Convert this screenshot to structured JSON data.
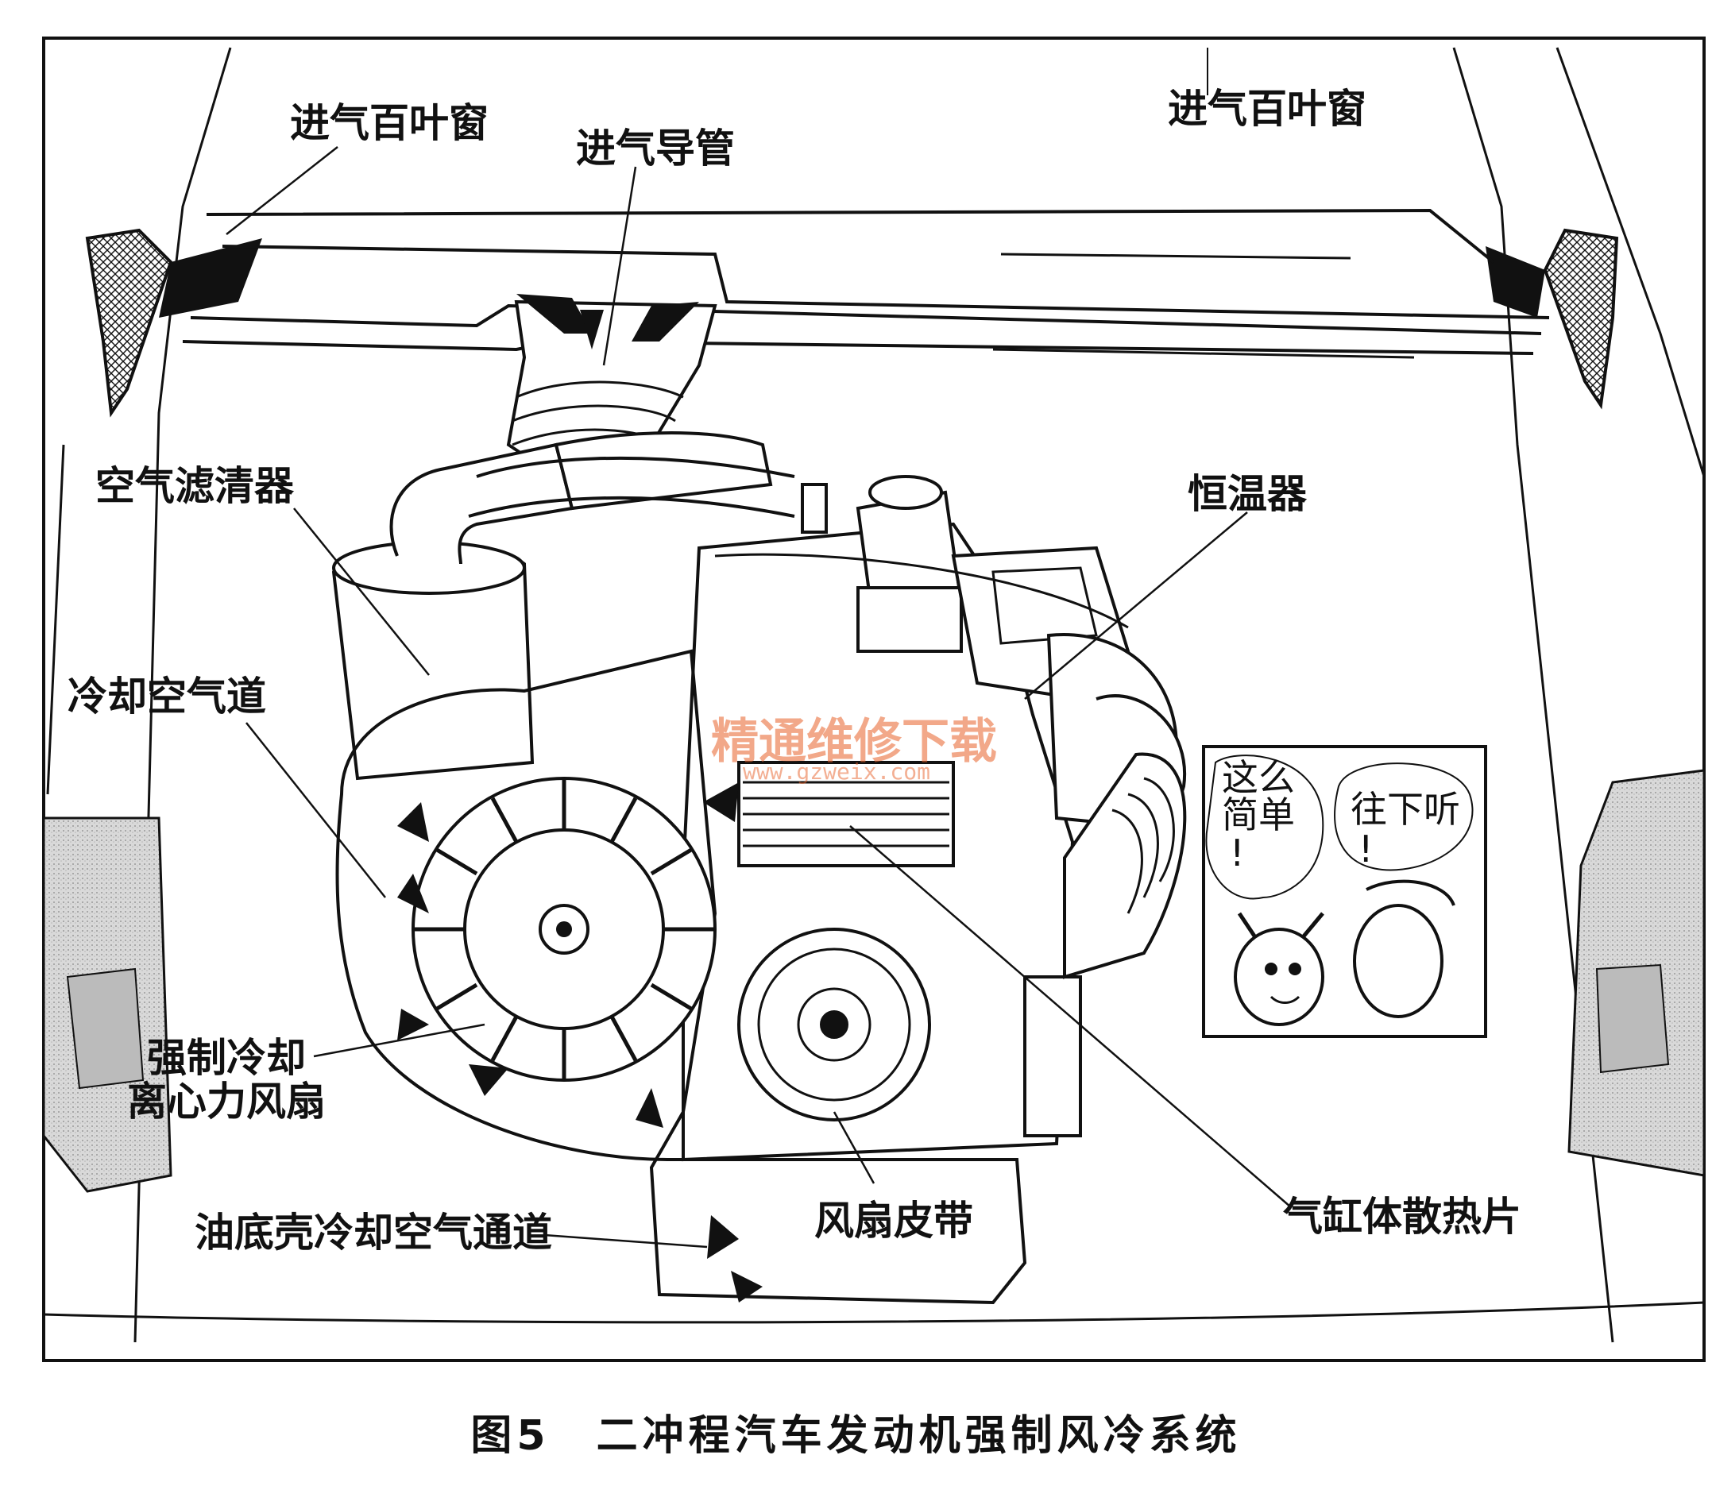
{
  "labels": {
    "intake_louver_left": "进气百叶窗",
    "intake_louver_right": "进气百叶窗",
    "intake_duct": "进气导管",
    "air_filter": "空气滤清器",
    "thermostat": "恒温器",
    "cooling_air_duct": "冷却空气道",
    "forced_fan_line1": "强制冷却",
    "forced_fan_line2": "离心力风扇",
    "oil_pan_channel": "油底壳冷却空气通道",
    "fan_belt": "风扇皮带",
    "cylinder_fins": "气缸体散热片"
  },
  "cartoon": {
    "bubble_left_line1": "这么",
    "bubble_left_line2": "简单",
    "bubble_left_mark": "!",
    "bubble_right": "往下听",
    "bubble_right_mark": "!"
  },
  "watermark": {
    "text": "精通维修下载",
    "url": "www.gzweix.com"
  },
  "caption": "图5　二冲程汽车发动机强制风冷系统",
  "colors": {
    "ink": "#111111",
    "watermark": "#e86028"
  }
}
